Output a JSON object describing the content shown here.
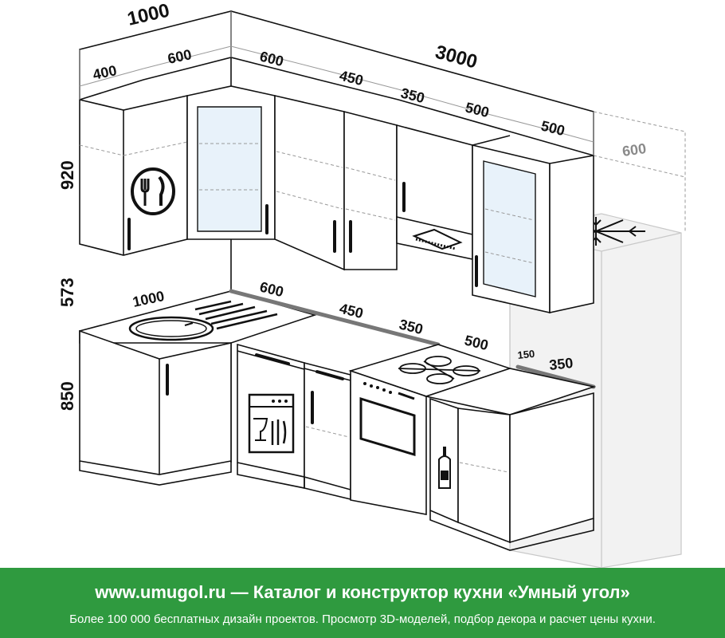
{
  "dimensions": {
    "upper_left_depth": "1000",
    "upper_total": "3000",
    "upper_widths": [
      "400",
      "600",
      "600",
      "450",
      "350",
      "500",
      "500"
    ],
    "fridge_depth": "600",
    "upper_height": "920",
    "gap_height": "573",
    "base_height": "850",
    "counter_segments": [
      "1000",
      "600",
      "450",
      "350",
      "500"
    ],
    "counter_gap": "150",
    "counter_end": "350"
  },
  "footer": {
    "title": "www.umugol.ru  —  Каталог и конструктор кухни «Умный угол»",
    "subtitle": "Более 100 000 бесплатных дизайн проектов. Просмотр 3D-моделей, подбор декора и расчет цены кухни."
  },
  "colors": {
    "footer_bg": "#2f9a3f",
    "glass": "#e8f2fa",
    "fridge": "#f0f0f0"
  },
  "icons": [
    "cutlery-icon",
    "snowflake-icon",
    "dishwasher-icon",
    "bottle-icon",
    "hob-icon",
    "oven-icon",
    "range-hood-icon",
    "sink-icon"
  ]
}
